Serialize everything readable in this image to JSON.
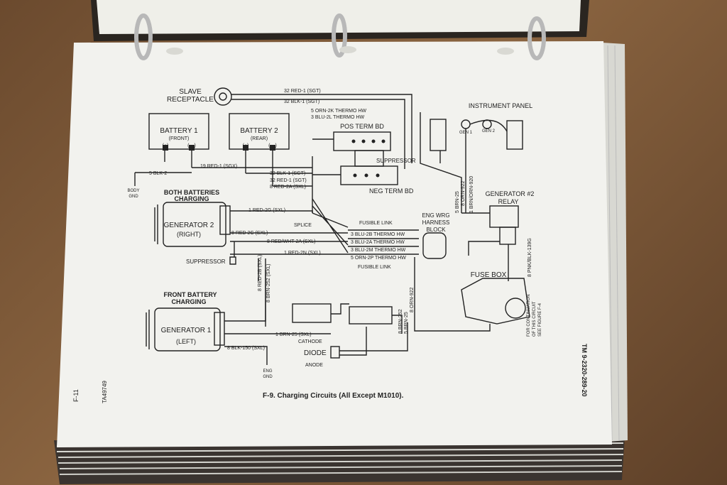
{
  "page_number": "F-11",
  "tm_number": "TM 9-2320-289-20",
  "figure_id": "TA49749",
  "caption": "F-9. Charging Circuits (All Except M1010).",
  "labels": {
    "slave_receptacle_1": "SLAVE",
    "slave_receptacle_2": "RECEPTACLE",
    "battery1_title": "BATTERY 1",
    "battery1_sub": "(FRONT)",
    "battery2_title": "BATTERY 2",
    "battery2_sub": "(REAR)",
    "plus": "(+)",
    "minus": "(—)",
    "body_gnd_1": "BODY",
    "body_gnd_2": "GND",
    "both_batteries_1": "BOTH BATTERIES",
    "both_batteries_2": "CHARGING",
    "gen2_title": "GENERATOR 2",
    "gen2_sub": "(RIGHT)",
    "suppressor_left": "SUPPRESSOR",
    "front_battery_1": "FRONT BATTERY",
    "front_battery_2": "CHARGING",
    "gen1_title": "GENERATOR 1",
    "gen1_sub": "(LEFT)",
    "eng_gnd_1": "ENG",
    "eng_gnd_2": "GND",
    "cathode": "CATHODE",
    "diode": "DIODE",
    "anode": "ANODE",
    "pos_term_bd": "POS TERM BD",
    "neg_term_bd": "NEG TERM BD",
    "suppressor_center": "SUPPRESSOR",
    "fusible_link_1": "FUSIBLE LINK",
    "fusible_link_2": "FUSIBLE LINK",
    "splice": "SPLICE",
    "eng_wrg_1": "ENG WRG",
    "eng_wrg_2": "HARNESS",
    "eng_wrg_3": "BLOCK",
    "instrument_panel": "INSTRUMENT PANEL",
    "gen1_lamp": "GEN 1",
    "gen2_lamp": "GEN 2",
    "gen2_relay_1": "GENERATOR #2",
    "gen2_relay_2": "RELAY",
    "fuse_box": "FUSE BOX",
    "continuation_1": "FOR CONTINUATION",
    "continuation_2": "OF THIS CIRCUIT",
    "continuation_3": "SEE FIGURE F-4"
  },
  "wires": {
    "w1": "32 RED-1 (SGT)",
    "w2": "32 BLK-1 (SGT)",
    "w3": "5 ORN-2K THERMO HW",
    "w4": "3 BLU-2L THERMO HW",
    "w5": "19 RED-1 (SGX)",
    "w6": "5 BLK-2",
    "w7": "32 BLK-1 (SGT)",
    "w8": "32 RED-1 (SGT)",
    "w9": "8 RED-2A (SXL)",
    "w10": "1 RED-2G (SXL)",
    "w11": "8 RED 2C (SXL)",
    "w12": "8 RED/WHT-2A (SXL)",
    "w13": "1 RED-2N (SXL)",
    "w14": "3 BLU-2B THERMO HW",
    "w15": "3 BLU-2A THERMO HW",
    "w16": "3 BLU-2M THERMO HW",
    "w17": "5 ORN-2P THERMO HW",
    "w18": "8 RED-2B (SXL)",
    "w19": "8 BRN-252 (SXL)",
    "w20": "1 BRN-25 (SXL)",
    "w21": "8 BLK-150 (SXL)",
    "w22": "8 BRN-252",
    "w23": "5 BRN-25",
    "w24": "8 ORN-922",
    "w25": "5 BRN-25",
    "w26": "8 ORN-922",
    "w27": "1 BRN/ORN-920",
    "w28": "8 PNK/BLK-139G"
  },
  "colors": {
    "paper": "#f2f2ee",
    "ink": "#222222",
    "wood": "#7a5535",
    "ring": "#b8b8b8"
  }
}
